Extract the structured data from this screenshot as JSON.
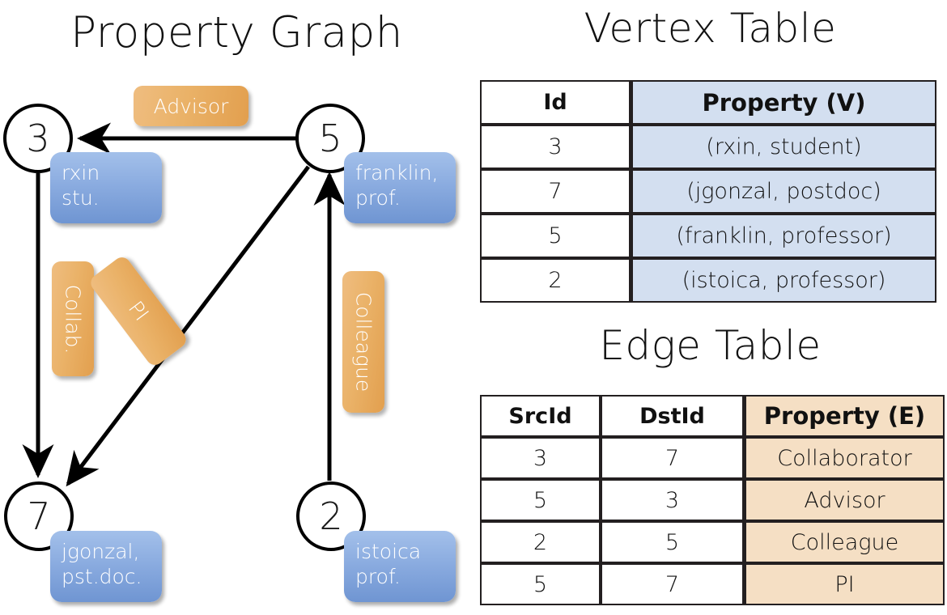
{
  "sections": {
    "graph_title": "Property Graph",
    "vertex_title": "Vertex Table",
    "edge_title": "Edge Table"
  },
  "colors": {
    "vertex_property_fill": "#D3DFF0",
    "edge_property_fill": "#F5DFC4",
    "node_box_blue": "#8BACE0",
    "edge_label_orange": "#EAB268",
    "stroke": "#231F20",
    "background": "#FFFFFF"
  },
  "graph": {
    "nodes": [
      {
        "id": "3",
        "property_lines": [
          "rxin",
          "stu."
        ]
      },
      {
        "id": "5",
        "property_lines": [
          "franklin,",
          "prof."
        ]
      },
      {
        "id": "7",
        "property_lines": [
          "jgonzal,",
          "pst.doc."
        ]
      },
      {
        "id": "2",
        "property_lines": [
          "istoica",
          "prof."
        ]
      }
    ],
    "edge_labels": [
      {
        "name": "advisor",
        "text": "Advisor"
      },
      {
        "name": "collaborator",
        "text": "Collab."
      },
      {
        "name": "pi",
        "text": "PI"
      },
      {
        "name": "colleague",
        "text": "Colleague"
      }
    ]
  },
  "vertex_table": {
    "headers": [
      "Id",
      "Property (V)"
    ],
    "rows": [
      {
        "id": "3",
        "property": "(rxin, student)"
      },
      {
        "id": "7",
        "property": "(jgonzal, postdoc)"
      },
      {
        "id": "5",
        "property": "(franklin, professor)"
      },
      {
        "id": "2",
        "property": "(istoica, professor)"
      }
    ]
  },
  "edge_table": {
    "headers": [
      "SrcId",
      "DstId",
      "Property (E)"
    ],
    "rows": [
      {
        "src": "3",
        "dst": "7",
        "property": "Collaborator"
      },
      {
        "src": "5",
        "dst": "3",
        "property": "Advisor"
      },
      {
        "src": "2",
        "dst": "5",
        "property": "Colleague"
      },
      {
        "src": "5",
        "dst": "7",
        "property": "PI"
      }
    ]
  }
}
